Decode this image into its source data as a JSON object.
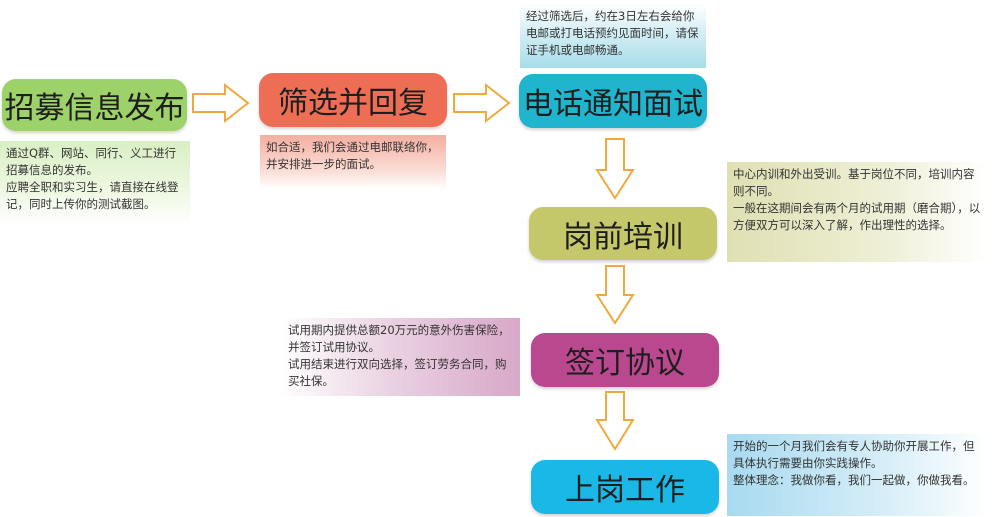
{
  "steps": {
    "s1": "招募信息发布",
    "s2": "筛选并回复",
    "s3": "电话通知面试",
    "s4": "岗前培训",
    "s5": "签订协议",
    "s6": "上岗工作"
  },
  "notes": {
    "n1": [
      "通过Q群、网站、同行、义工进行招募信息的发布。",
      "应聘全职和实习生，请直接在线登记，同时上传你的测试截图。"
    ],
    "n2": [
      "如合适，我们会通过电邮联络你，并安排进一步的面试。"
    ],
    "n3": [
      "经过筛选后，约在3日左右会给你电邮或打电话预约见面时间，请保证手机或电邮畅通。"
    ],
    "n4": [
      "中心内训和外出受训。基于岗位不同，培训内容则不同。",
      "一般在这期间会有两个月的试用期（磨合期），以方便双方可以深入了解，作出理性的选择。"
    ],
    "n5": [
      "试用期内提供总额20万元的意外伤害保险，并签订试用协议。",
      "试用结束进行双向选择，签订劳务合同，购买社保。"
    ],
    "n6": [
      "开始的一个月我们会有专人协助你开展工作，但具体执行需要由你实践操作。",
      "整体理念：我做你看，我们一起做，你做我看。"
    ]
  },
  "colors": {
    "s1": "#9dd16a",
    "s2": "#ee6d55",
    "s3": "#1fb5cf",
    "s4": "#c4c86a",
    "s5": "#b9488e",
    "s6": "#1ab8e6",
    "arrow": "#f2a93b"
  }
}
